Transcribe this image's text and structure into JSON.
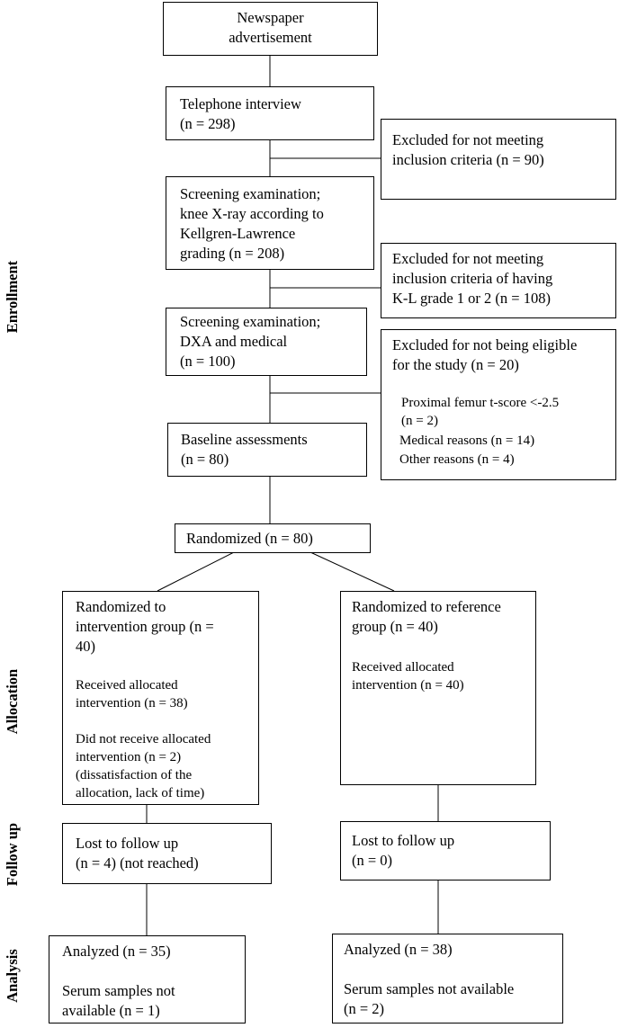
{
  "side_labels": {
    "enrollment": "Enrollment",
    "allocation": "Allocation",
    "follow_up": "Follow up",
    "analysis": "Analysis"
  },
  "boxes": {
    "newspaper": [
      "Newspaper",
      "advertisement"
    ],
    "telephone": [
      "Telephone interview",
      " (n = 298)"
    ],
    "excluded_90": [
      "Excluded for not meeting",
      "inclusion criteria (n = 90)"
    ],
    "screening_xray": [
      "Screening examination;",
      "knee X-ray according to",
      "Kellgren-Lawrence",
      "grading (n = 208)"
    ],
    "excluded_108": [
      "Excluded for not meeting",
      "inclusion criteria of having",
      "K-L grade 1 or 2 (n = 108)"
    ],
    "screening_dxa": [
      "Screening examination;",
      "DXA and medical",
      "(n = 100)"
    ],
    "excluded_20": {
      "title": [
        "Excluded for not being eligible",
        "for the study (n = 20)"
      ],
      "reasons": [
        "Proximal femur t-score <-2.5",
        " (n = 2)",
        "Medical reasons (n = 14)",
        "Other reasons (n = 4)"
      ]
    },
    "baseline": [
      "Baseline assessments",
      "(n = 80)"
    ],
    "randomized": "Randomized (n = 80)",
    "intervention": {
      "title": [
        "Randomized to",
        "intervention group (n =",
        "40)"
      ],
      "received": [
        "Received allocated",
        "intervention (n = 38)"
      ],
      "not_received": [
        "Did not receive allocated",
        "intervention (n = 2)",
        "(dissatisfaction of the",
        "allocation, lack of time)"
      ]
    },
    "reference": {
      "title": [
        "Randomized to reference",
        "group (n = 40)"
      ],
      "received": [
        "Received allocated",
        "intervention (n = 40)"
      ]
    },
    "lost_left": [
      "Lost to follow up",
      "(n = 4) (not reached)"
    ],
    "lost_right": [
      "Lost to follow up",
      "(n = 0)"
    ],
    "analyzed_left": {
      "title": "Analyzed (n = 35)",
      "note": [
        "Serum samples not",
        "available (n = 1)"
      ]
    },
    "analyzed_right": {
      "title": "Analyzed (n = 38)",
      "note": [
        "Serum samples not available",
        "(n = 2)"
      ]
    }
  }
}
